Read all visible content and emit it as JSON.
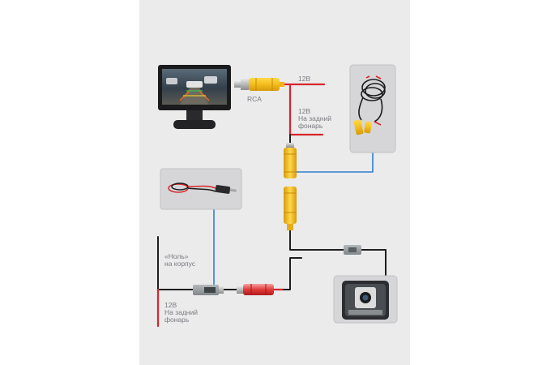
{
  "labels": {
    "rca": "RCA",
    "v12_top": "12В",
    "v12_mid": "12В",
    "rear_light_mid_line1": "На задний",
    "rear_light_mid_line2": "фонарь",
    "ground_line1": "«Ноль»",
    "ground_line2": "на корпус",
    "v12_bottom": "12В",
    "rear_light_bottom_line1": "На задний",
    "rear_light_bottom_line2": "фонарь"
  },
  "colors": {
    "panel": "#ebebec",
    "wire_red": "#d8262b",
    "wire_blue": "#2f7fd0",
    "wire_black": "#1d1d1f",
    "connector_yellow": "#f3bd1e",
    "connector_gray": "#9ea4a6",
    "label_gray": "#7b7b82"
  },
  "components": {
    "monitor": "monitor-icon",
    "extension_cable": "coiled-cable-icon",
    "power_cable": "power-cable-icon",
    "camera": "rear-camera-icon"
  }
}
